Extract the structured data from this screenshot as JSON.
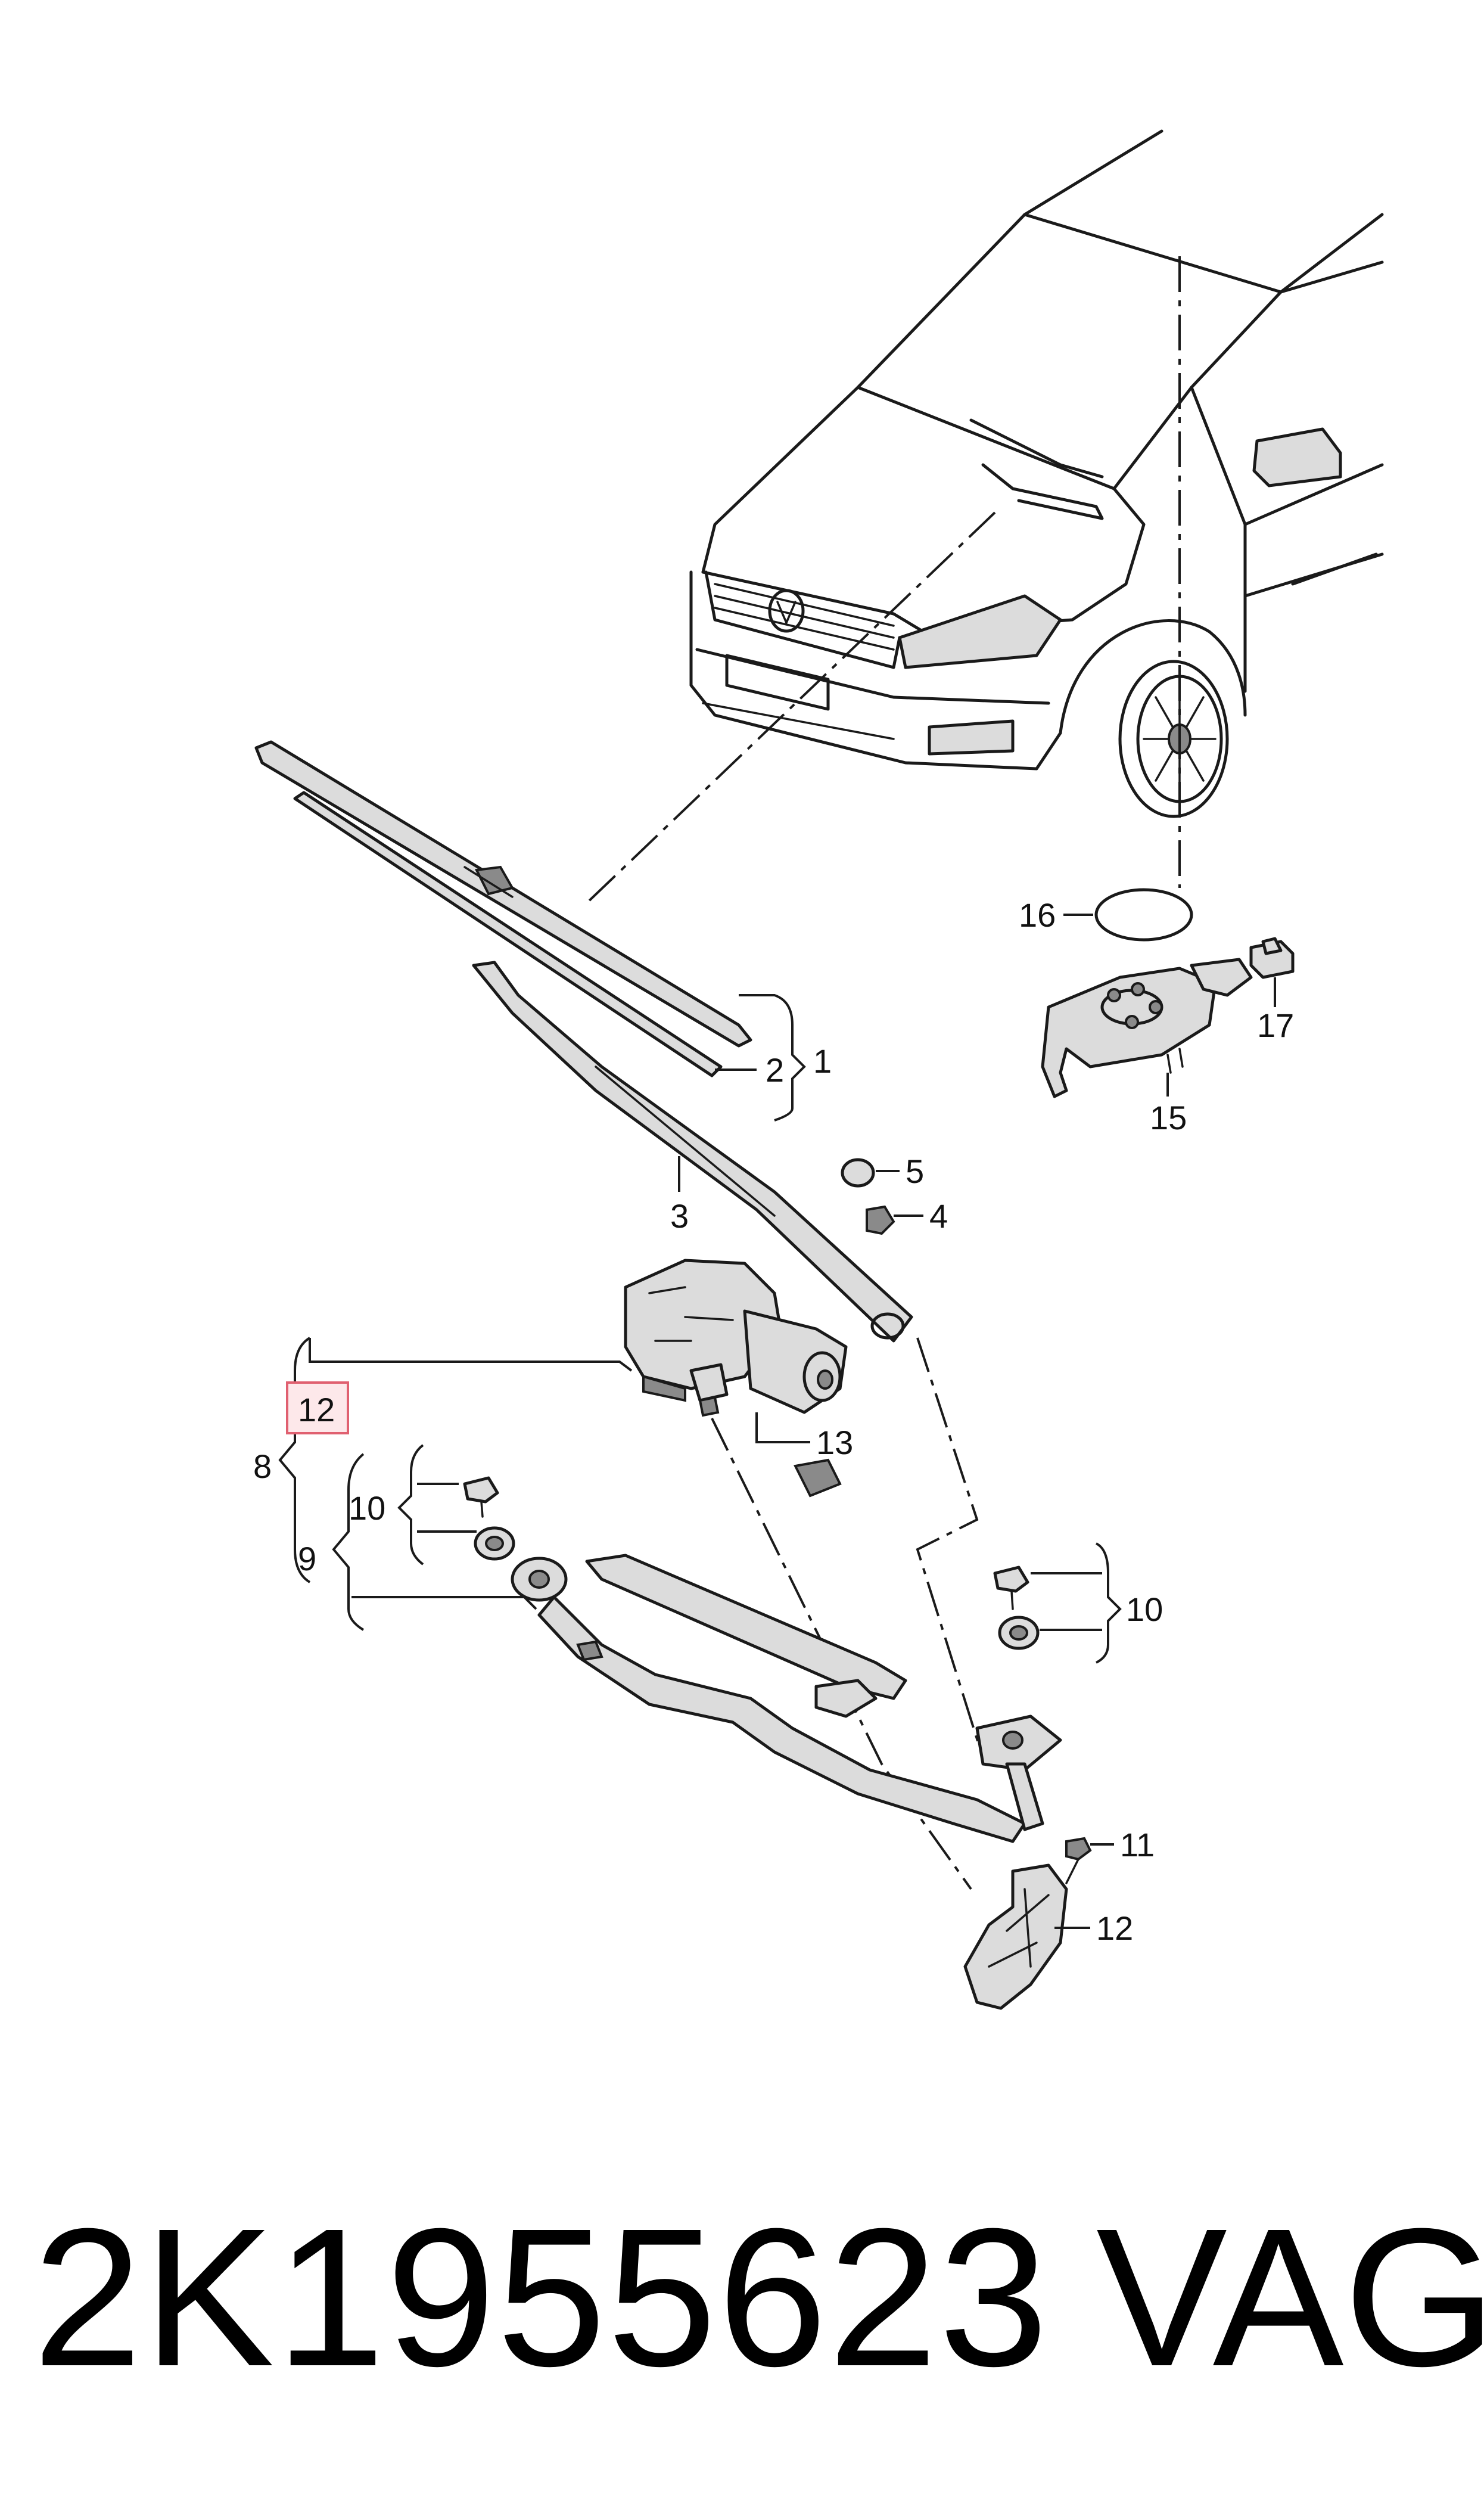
{
  "callouts": {
    "c1": "1",
    "c2": "2",
    "c3": "3",
    "c4": "4",
    "c5": "5",
    "c8": "8",
    "c9": "9",
    "c10a": "10",
    "c10b": "10",
    "c11": "11",
    "c12a": "12",
    "c12b": "12",
    "c13": "13",
    "c15": "15",
    "c16": "16",
    "c17": "17"
  },
  "footer": {
    "part_number": "2K1955623",
    "brand": "VAG"
  },
  "highlight_color": "#e06070"
}
